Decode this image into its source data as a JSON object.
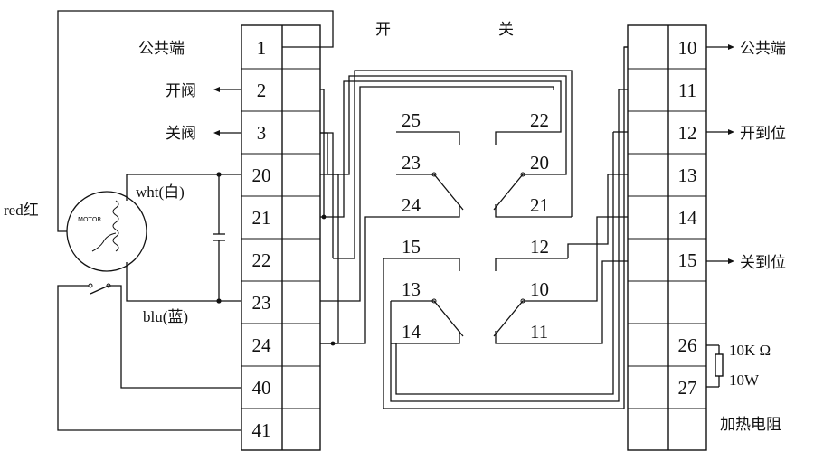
{
  "title": {
    "open": "开",
    "close": "关"
  },
  "left_terminals": [
    "1",
    "2",
    "3",
    "20",
    "21",
    "22",
    "23",
    "24",
    "40",
    "41"
  ],
  "right_terminals": [
    "10",
    "11",
    "12",
    "13",
    "14",
    "15",
    "",
    "26",
    "27",
    ""
  ],
  "left_labels": {
    "common": "公共端",
    "open_valve": "开阀",
    "close_valve": "关阀"
  },
  "right_labels": {
    "common": "公共端",
    "open_limit": "开到位",
    "close_limit": "关到位"
  },
  "motor": {
    "label": "MOTOR",
    "red": "red红",
    "white": "wht(白)",
    "blue": "blu(蓝)"
  },
  "switch_left": {
    "top": [
      "25",
      "23",
      "24"
    ],
    "bottom": [
      "15",
      "13",
      "14"
    ]
  },
  "switch_right": {
    "top": [
      "22",
      "20",
      "21"
    ],
    "bottom": [
      "12",
      "10",
      "11"
    ]
  },
  "resistor": {
    "value": "10K Ω",
    "power": "10W",
    "caption": "加热电阻"
  }
}
